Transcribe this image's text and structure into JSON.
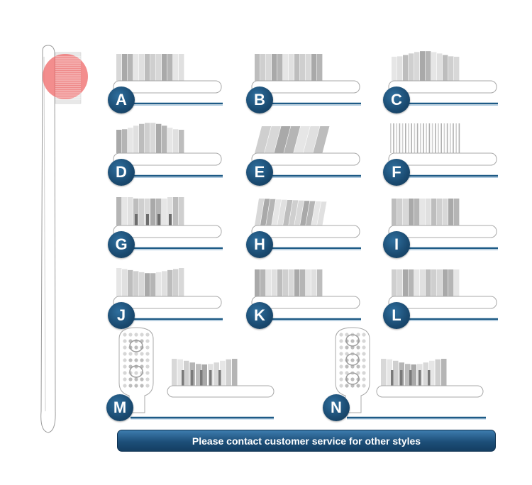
{
  "styles": [
    {
      "letter": "A",
      "pattern": "straight-mixed"
    },
    {
      "letter": "B",
      "pattern": "straight-mixed"
    },
    {
      "letter": "C",
      "pattern": "wave"
    },
    {
      "letter": "D",
      "pattern": "wave-tall"
    },
    {
      "letter": "E",
      "pattern": "angled"
    },
    {
      "letter": "F",
      "pattern": "thin-fine"
    },
    {
      "letter": "G",
      "pattern": "step-down"
    },
    {
      "letter": "H",
      "pattern": "slanted"
    },
    {
      "letter": "I",
      "pattern": "straight-block"
    },
    {
      "letter": "J",
      "pattern": "v-cut"
    },
    {
      "letter": "K",
      "pattern": "straight-mixed"
    },
    {
      "letter": "L",
      "pattern": "alternating"
    },
    {
      "letter": "M",
      "pattern": "dot-head-round"
    },
    {
      "letter": "N",
      "pattern": "dot-head-ring"
    }
  ],
  "footer": {
    "contact_text": "Please contact customer service for other styles"
  },
  "colors": {
    "badge": "#1a4a70",
    "handle_line": "#1d5a86",
    "highlight": "#f07070"
  }
}
